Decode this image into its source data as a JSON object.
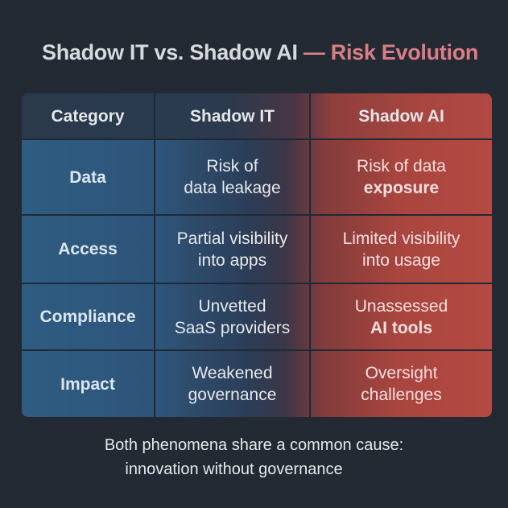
{
  "title": {
    "main": "Shadow IT vs. Shadow AI",
    "accent": "— Risk Evolution",
    "accent_color": "#dc7d86"
  },
  "table": {
    "headers": [
      "Category",
      "Shadow IT",
      "Shadow AI"
    ],
    "rows": [
      {
        "category": "Data",
        "shadow_it": [
          "Risk of",
          "data leakage"
        ],
        "shadow_ai": [
          "Risk of data",
          "exposure"
        ]
      },
      {
        "category": "Access",
        "shadow_it": [
          "Partial visibility",
          "into apps"
        ],
        "shadow_ai": [
          "Limited visibility",
          "into usage"
        ]
      },
      {
        "category": "Compliance",
        "shadow_it": [
          "Unvetted",
          "SaaS providers"
        ],
        "shadow_ai": [
          "Unassessed",
          "AI tools"
        ]
      },
      {
        "category": "Impact",
        "shadow_it": [
          "Weakened",
          "governance"
        ],
        "shadow_ai": [
          "Oversight",
          "challenges"
        ]
      }
    ],
    "colors": {
      "shadow_it_blue": "#2f5c82",
      "shadow_ai_red": "#b44a42"
    }
  },
  "footer": {
    "line1": "Both phenomena share a common cause:",
    "line2": "innovation without governance"
  }
}
